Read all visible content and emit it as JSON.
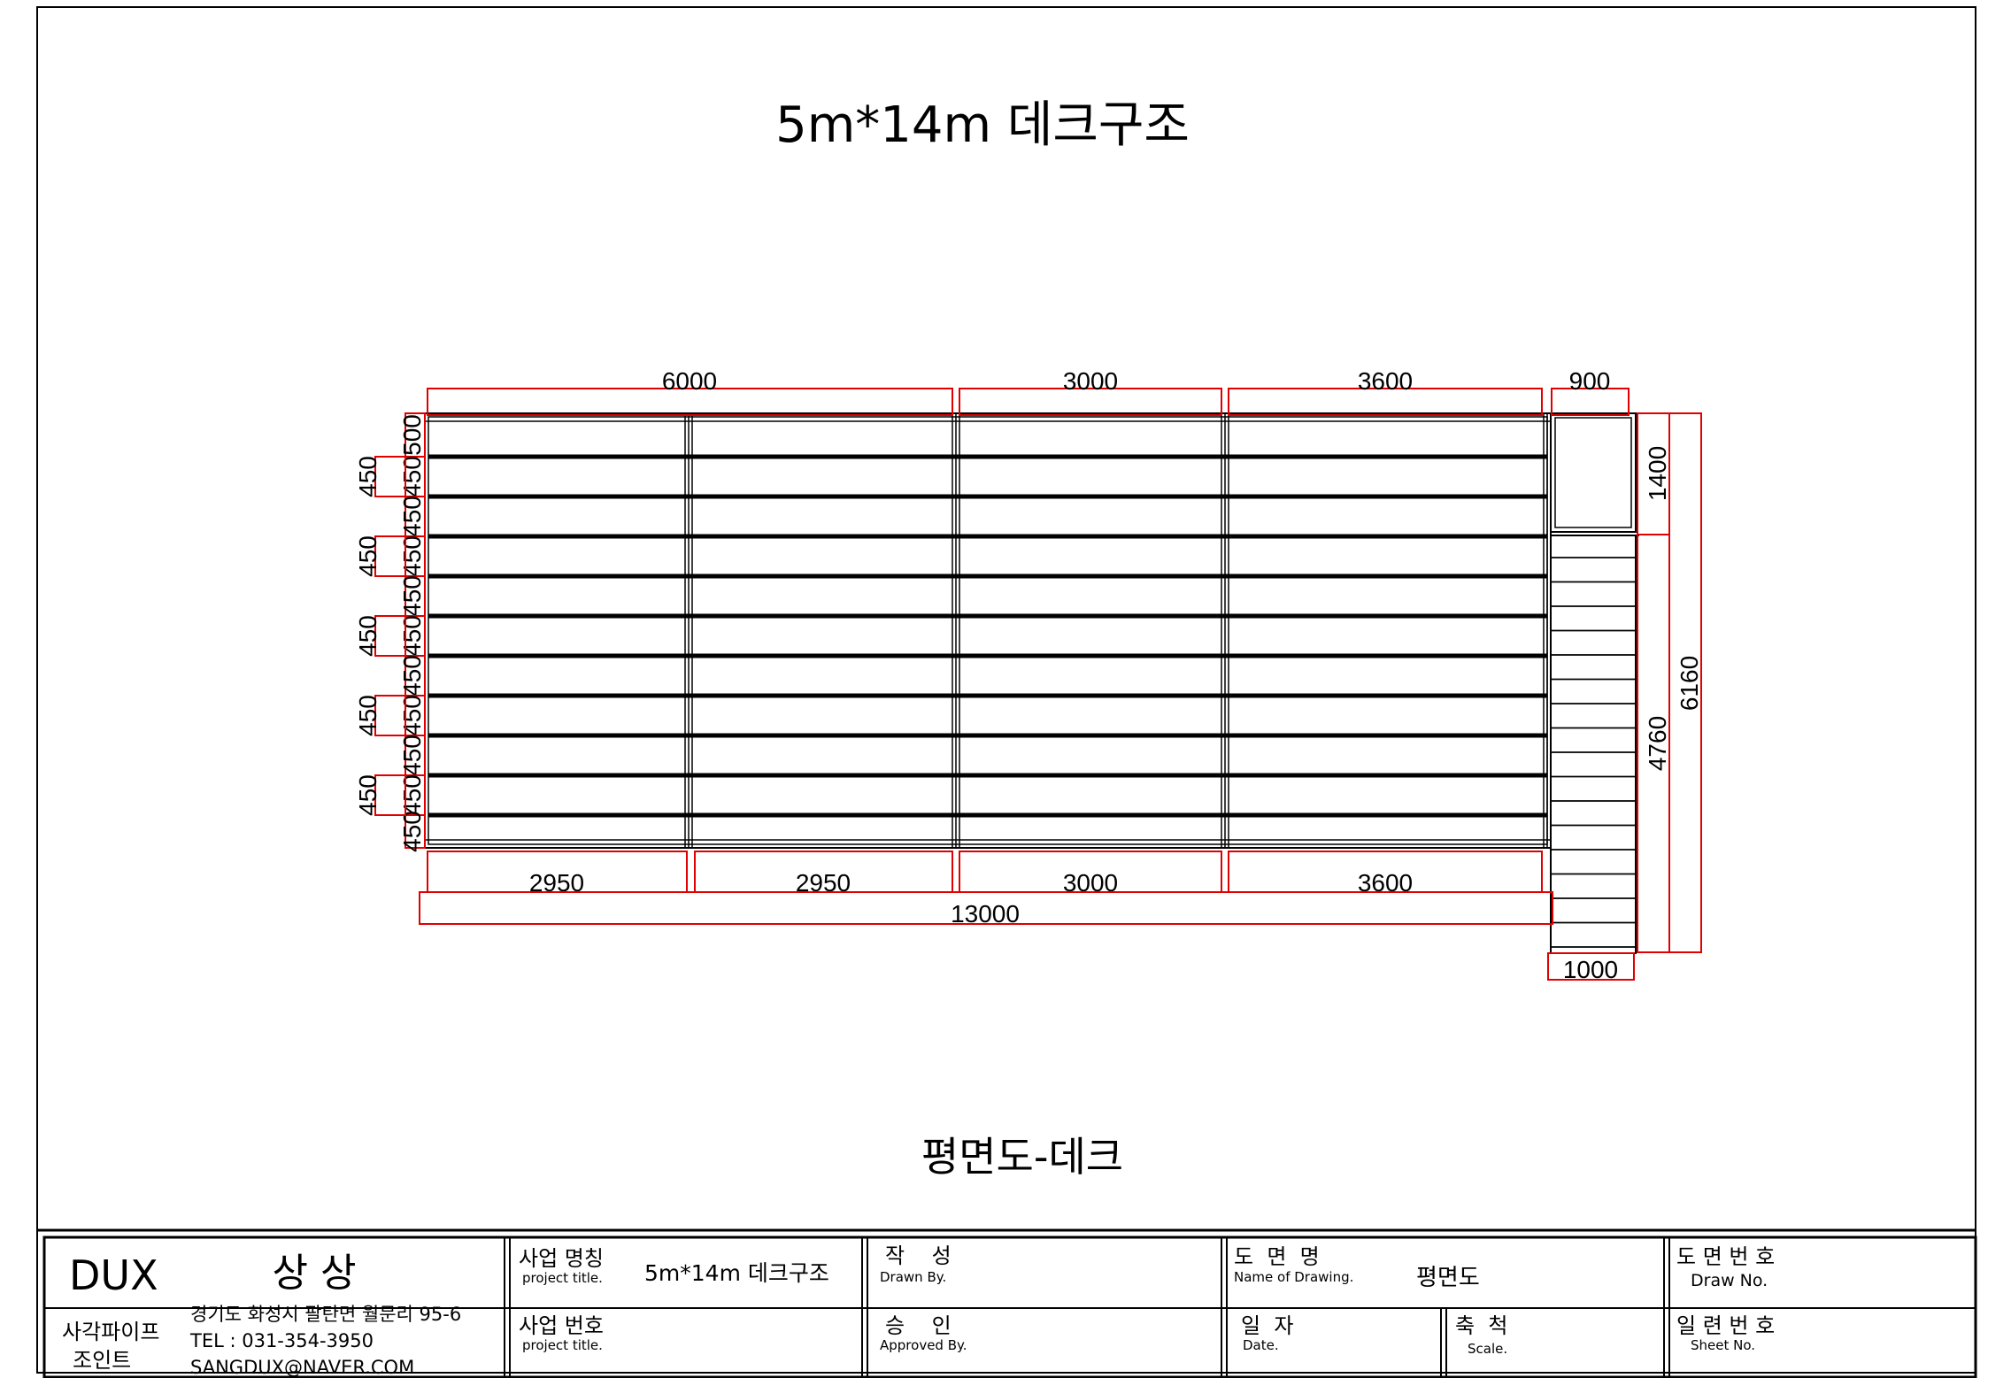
{
  "drawing": {
    "title": "5m*14m 데크구조",
    "subtitle": "평면도-데크",
    "colors": {
      "dimension": "#e00000",
      "structure": "#000000"
    },
    "top_dims": [
      "6000",
      "3000",
      "3600",
      "900"
    ],
    "bottom_dims": [
      "2950",
      "2950",
      "3000",
      "3600"
    ],
    "overall_width": "13000",
    "left_dims": [
      "500",
      "450",
      "450",
      "450",
      "450",
      "450",
      "450",
      "450",
      "450",
      "450",
      "450",
      "450"
    ],
    "right_dims": {
      "top": "1400",
      "lower": "4760",
      "total": "6160"
    },
    "stair_width": "1000"
  },
  "title_block": {
    "company_name": "DUX",
    "company_name_kr": "상 상",
    "company_sub1": "사각파이프",
    "company_sub2": "조인트",
    "address": "경기도 화성시 팔탄면 월문리 95-6",
    "tel": "TEL : 031-354-3950",
    "email": "SANGDUX@NAVER.COM",
    "project_name_label": "사업 명칭",
    "project_name_en": "project title.",
    "project_name_value": "5m*14m 데크구조",
    "project_no_label": "사업 번호",
    "project_no_en": "project title.",
    "drawn_label": "작    성",
    "drawn_en": "Drawn By.",
    "approved_label": "승    인",
    "approved_en": "Approved By.",
    "drawing_name_label": "도  면  명",
    "drawing_name_en": "Name of Drawing.",
    "drawing_name_value": "평면도",
    "date_label": "일  자",
    "date_en": "Date.",
    "scale_label": "축  척",
    "scale_en": "Scale.",
    "draw_no_label": "도 면 번 호",
    "draw_no_en": "Draw No.",
    "sheet_no_label": "일 련 번 호",
    "sheet_no_en": "Sheet No."
  }
}
